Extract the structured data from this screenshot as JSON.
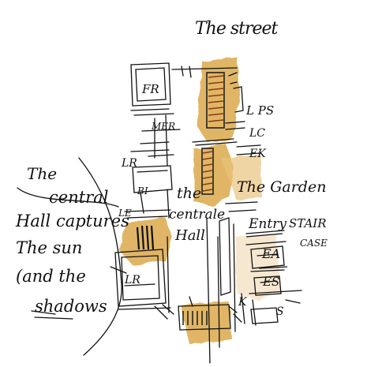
{
  "labels": {
    "street": "The street",
    "garden": "The Garden",
    "note_the": "The",
    "note_central": "central",
    "note_hall_captures": "Hall captures",
    "note_the_sun": "The sun",
    "note_and_the": "(and the",
    "note_shadows": "shadows",
    "hall_the": "the",
    "hall_central": "centrale",
    "hall_hall": "Hall",
    "entry": "Entry",
    "stair": "STAIR",
    "staircase": "CASE",
    "lps": "L PS",
    "lc": "LC",
    "ek": "EK",
    "fr": "FR",
    "mer": "MER",
    "lr_upper": "LR",
    "bi": "BI",
    "lr_lower": "LR",
    "le": "LE",
    "ea": "EA",
    "es": "ES",
    "k": "K",
    "s": "S"
  },
  "colors": {
    "ink": "#111111",
    "wash": "#d9a441",
    "wash_dark": "#c47f1e",
    "paper": "#ffffff"
  }
}
